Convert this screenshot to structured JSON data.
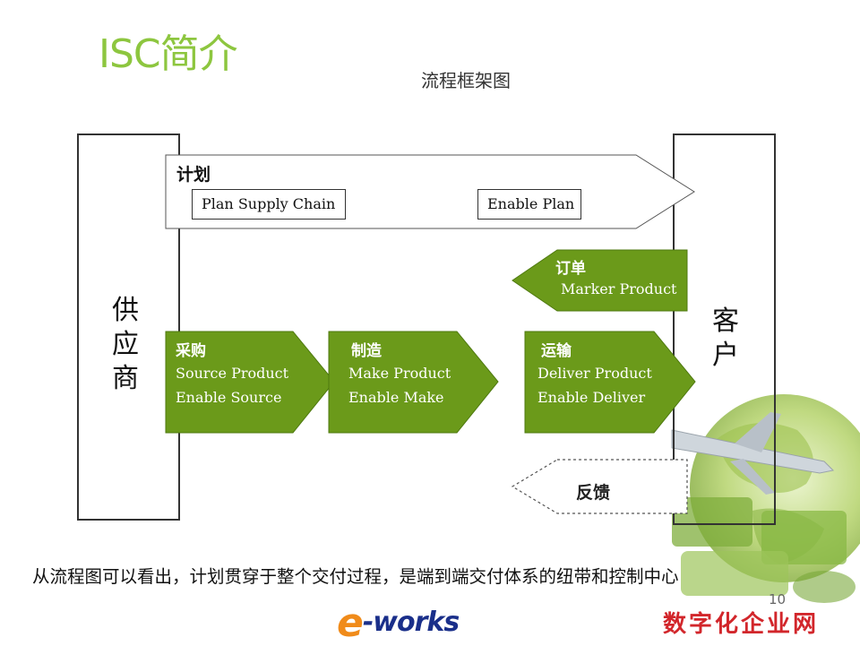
{
  "slide": {
    "title": "ISC简介",
    "diagram_title": "流程框架图",
    "page_number": "10",
    "caption": "从流程图可以看出，计划贯穿于整个交付过程，是端到端交付体系的纽带和控制中心"
  },
  "actors": {
    "supplier": "供\n应\n商",
    "customer": "客\n户"
  },
  "plan": {
    "title": "计划",
    "items": [
      "Plan Supply Chain",
      "Enable Plan"
    ]
  },
  "order": {
    "title": "订单",
    "line1": "Marker Product"
  },
  "processes": [
    {
      "title": "采购",
      "line1": "Source Product",
      "line2": "Enable Source"
    },
    {
      "title": "制造",
      "line1": "Make Product",
      "line2": "Enable Make"
    },
    {
      "title": "运输",
      "line1": "Deliver Product",
      "line2": "Enable Deliver"
    }
  ],
  "feedback": {
    "title": "反馈"
  },
  "branding": {
    "logo_prefix": "e",
    "logo_text": "-works",
    "watermark": "数字化企业网"
  },
  "colors": {
    "accent_green": "#6b9a1a",
    "title_green": "#8dc63f",
    "watermark_red": "#d2262b"
  }
}
